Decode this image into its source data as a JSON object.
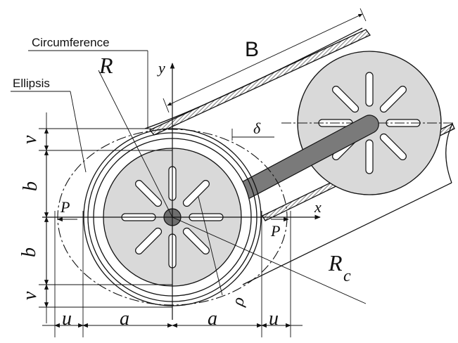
{
  "labels": {
    "circumference": "Circumference",
    "ellipsis": "Ellipsis",
    "R": "R",
    "B": "B",
    "y": "y",
    "x": "x",
    "delta": "δ",
    "v_top": "v",
    "b_top": "b",
    "P_left": "P",
    "P_right": "P",
    "b_bottom": "b",
    "v_bottom": "v",
    "Rc_R": "R",
    "Rc_c": "c",
    "rho": "ρ",
    "u_left": "u",
    "a_left": "a",
    "a_right": "a",
    "u_right": "u"
  },
  "colors": {
    "line": "#111111",
    "wheel_fill": "#d9d9d9",
    "rod_fill": "#7a7a7a",
    "hub_fill": "#6e6e6e",
    "hatch": "#444444"
  }
}
